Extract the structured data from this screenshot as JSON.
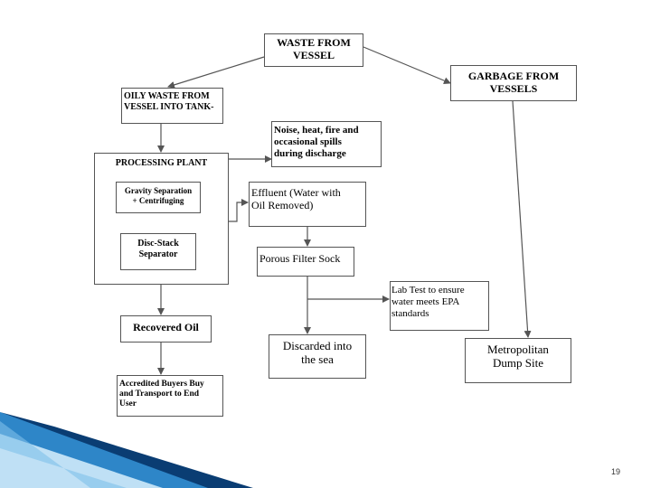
{
  "nodes": {
    "waste_from_vessel": "WASTE FROM\nVESSEL",
    "garbage_from_vessels": "GARBAGE FROM\nVESSELS",
    "oily_waste": "OILY WASTE FROM\nVESSEL INTO TANK-",
    "noise_heat": "Noise, heat, fire and\noccasional spills\nduring discharge",
    "processing_plant": "PROCESSING PLANT",
    "gravity_separation": "Gravity Separation\n+ Centrifuging",
    "disc_stack": "Disc-Stack\nSeparator",
    "effluent": "Effluent (Water with\nOil Removed)",
    "porous_filter": "Porous Filter Sock",
    "lab_test": "Lab Test to ensure\nwater meets EPA\nstandards",
    "recovered_oil": "Recovered Oil",
    "discarded": "Discarded into\nthe sea",
    "metropolitan": "Metropolitan\nDump Site",
    "accredited_buyers": "Accredited Buyers Buy\nand Transport to End\nUser"
  },
  "footer": {
    "page_number": "19"
  },
  "colors": {
    "box_border": "#555555",
    "arrow": "#555555",
    "stripe_dark": "#0a3d73",
    "stripe_mid": "#2e86c8",
    "stripe_light": "#bfe0f5"
  }
}
